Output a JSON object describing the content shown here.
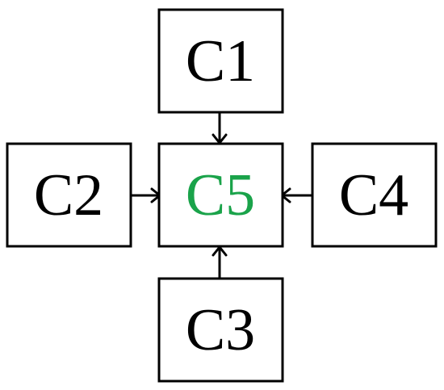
{
  "diagram": {
    "nodes": [
      {
        "id": "c1",
        "label": "C1"
      },
      {
        "id": "c2",
        "label": "C2"
      },
      {
        "id": "c3",
        "label": "C3"
      },
      {
        "id": "c4",
        "label": "C4"
      },
      {
        "id": "c5",
        "label": "C5",
        "color": "#1aa34a"
      }
    ],
    "edges": [
      {
        "from": "C1",
        "to": "C5"
      },
      {
        "from": "C2",
        "to": "C5"
      },
      {
        "from": "C3",
        "to": "C5"
      },
      {
        "from": "C4",
        "to": "C5"
      }
    ]
  }
}
